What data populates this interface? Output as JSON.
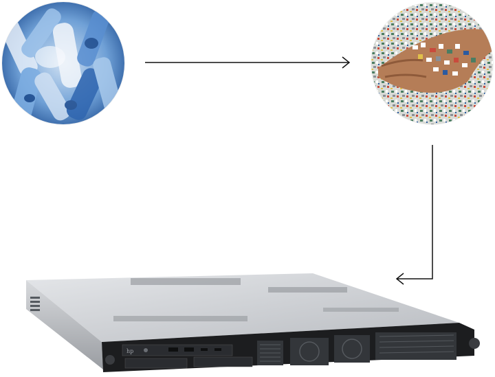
{
  "stages": [
    {
      "id": "plastic-bottles",
      "icon": "plastic-bottles-photo"
    },
    {
      "id": "plastic-flakes",
      "icon": "recycled-plastic-flakes-photo"
    },
    {
      "id": "server",
      "icon": "rack-server-photo"
    }
  ],
  "colors": {
    "arrow": "#111111",
    "bottle_blue": "#3f7fc4",
    "server_silver": "#c9ccd0",
    "server_front": "#1c1d1f"
  },
  "server": {
    "brand": "hp"
  }
}
